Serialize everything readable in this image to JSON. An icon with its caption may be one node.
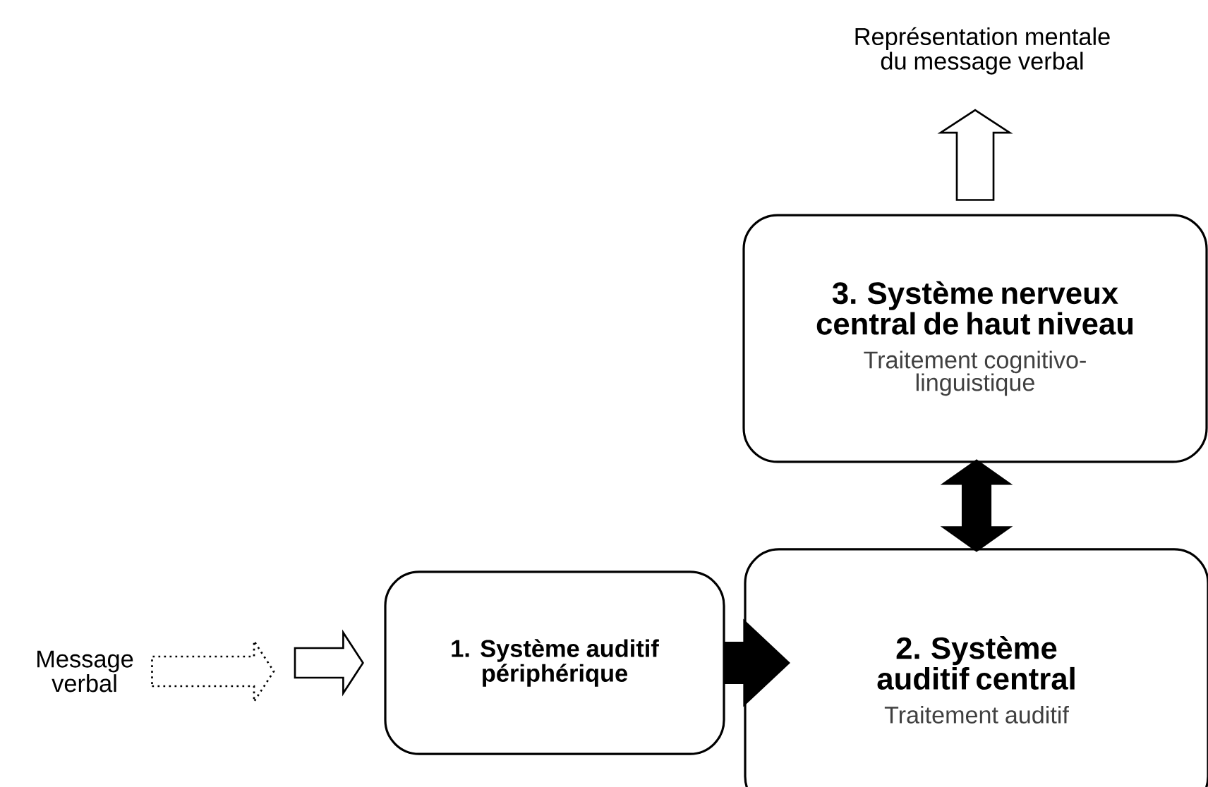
{
  "diagram": {
    "nodes": [
      {
        "text": [
          "Message verbal"
        ]
      },
      {
        "text": [
          "1. Système auditif périphérique"
        ]
      },
      {
        "text": [
          "2. Système auditif central",
          "Traitement auditif"
        ]
      },
      {
        "text": [
          "3. Système nerveux central de haut niveau",
          "Traitement cognitivo-linguistique"
        ]
      },
      {
        "text": [
          "Représentation mentale du message verbal"
        ]
      }
    ],
    "edges": [
      {
        "from": 0,
        "to": null,
        "arrow": "to",
        "style": "dashed"
      },
      {
        "from": null,
        "to": 1,
        "arrow": "to"
      },
      {
        "from": 1,
        "to": 2,
        "arrow": "to",
        "style": "thick"
      },
      {
        "from": 2,
        "to": 3,
        "arrow": "both",
        "style": "thick"
      },
      {
        "from": 3,
        "to": 4,
        "arrow": "to"
      }
    ]
  }
}
